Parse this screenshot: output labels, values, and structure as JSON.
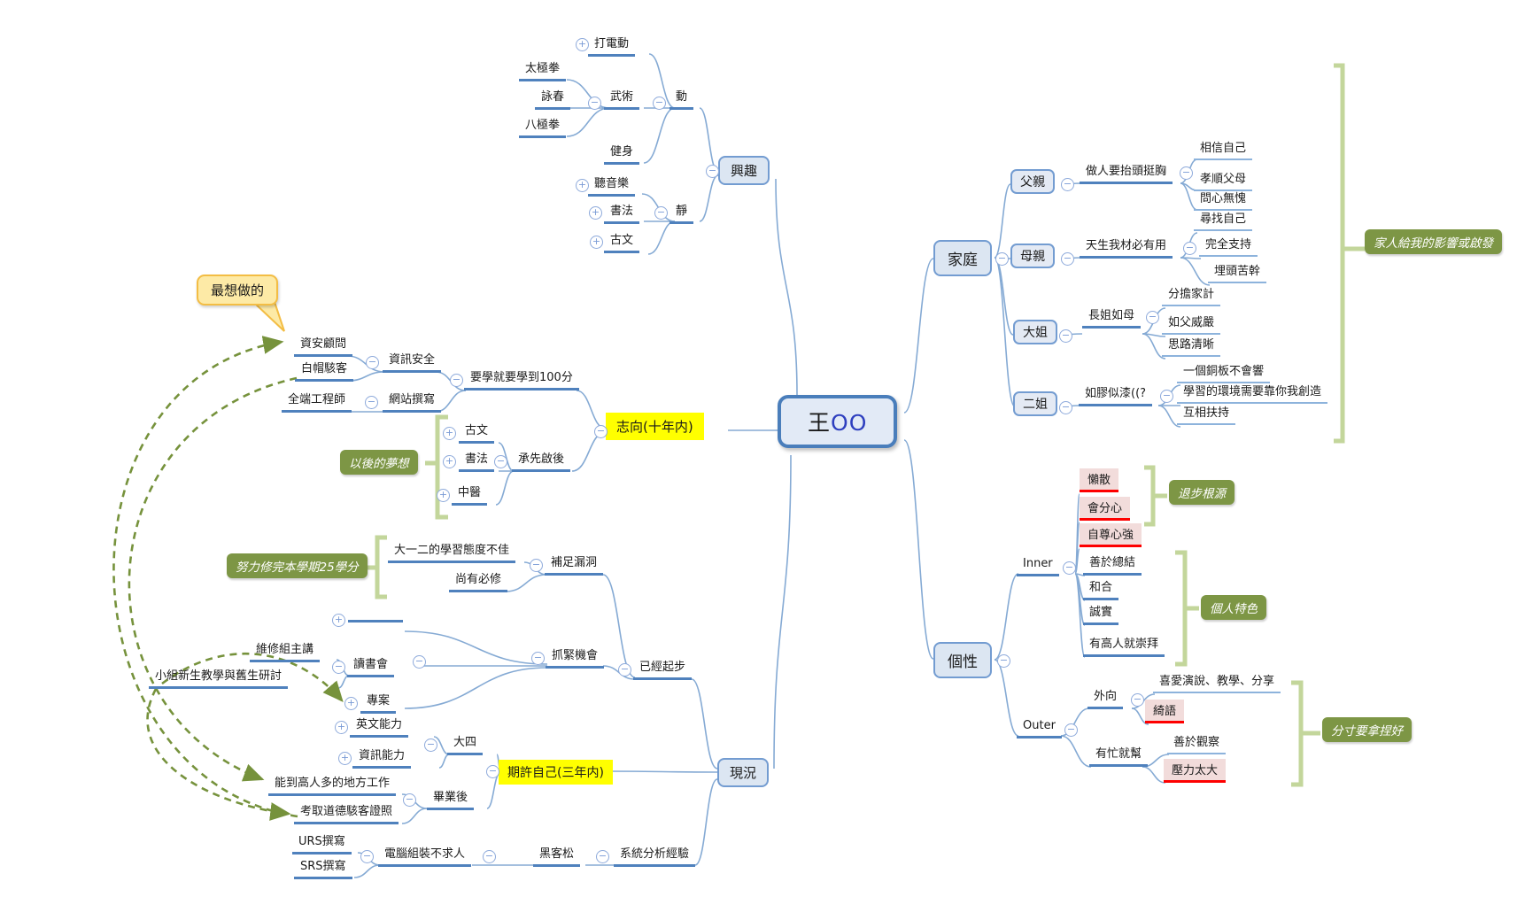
{
  "icons": {
    "plus": "+",
    "minus": "−"
  },
  "colors": {
    "branch_line": "#85aad4",
    "topic_line": "#4f81bd",
    "box_fill": "#dce6f2",
    "box_border": "#739cd1",
    "highlight": "#ffff00",
    "callout_green": "#7d9645",
    "pink_fill": "#f2dcdb",
    "red_line": "#fe0000",
    "arrow_green": "#76923c",
    "bracket_green": "#c3d69b"
  },
  "center": {
    "surname": "王",
    "given": "OO"
  },
  "interest": {
    "label": "興趣",
    "dong": "動",
    "jing": "靜",
    "video_games": "打電動",
    "martial_arts": "武術",
    "fitness": "健身",
    "taichi": "太極拳",
    "wingchun": "詠春",
    "baji": "八極拳",
    "music": "聽音樂",
    "calligraphy": "書法",
    "classics": "古文"
  },
  "family": {
    "label": "家庭",
    "callout": "家人給我的影響或啟發",
    "father": {
      "label": "父親",
      "quote": "做人要抬頭挺胸",
      "items": [
        "相信自己",
        "孝順父母",
        "問心無愧"
      ]
    },
    "mother": {
      "label": "母親",
      "quote": "天生我材必有用",
      "items": [
        "尋找自己",
        "完全支持",
        "埋頭苦幹"
      ]
    },
    "eldest_sister": {
      "label": "大姐",
      "quote": "長姐如母",
      "items": [
        "分擔家計",
        "如父威嚴",
        "思路清晰"
      ]
    },
    "second_sister": {
      "label": "二姐",
      "quote": "如膠似漆((?",
      "items": [
        "一個銅板不會響",
        "學習的環境需要靠你我創造",
        "互相扶持"
      ]
    }
  },
  "ambition": {
    "label": "志向(十年内)",
    "callout_most_want": "最想做的",
    "callout_dream": "以後的夢想",
    "study_100": "要學就要學到100分",
    "infosec": "資訊安全",
    "web": "網站撰寫",
    "consultant": "資安顧問",
    "whitehat": "白帽駭客",
    "fullstack": "全端工程師",
    "legacy": "承先啟後",
    "classics": "古文",
    "calligraphy": "書法",
    "tcm": "中醫"
  },
  "current": {
    "label": "現況",
    "started": "已經起步",
    "fill_gaps": "補足漏洞",
    "attitude": "大一二的學習態度不佳",
    "required": "尚有必修",
    "callout_credits": "努力修完本學期25學分",
    "seize": "抓緊機會",
    "study_group": "讀書會",
    "repair_lecturer": "維修組主講",
    "newbie_teaching": "小組新生教學與舊生研討",
    "project": "專案",
    "expect": "期許自己(三年内)",
    "senior": "大四",
    "english": "英文能力",
    "it_skill": "資訊能力",
    "after_grad": "畢業後",
    "work_experts": "能到高人多的地方工作",
    "cert": "考取道德駭客證照",
    "sys_analysis": "系統分析經驗",
    "hackathon": "黑客松",
    "pc_assembly": "電腦組裝不求人",
    "urs": "URS撰寫",
    "srs": "SRS撰寫"
  },
  "personality": {
    "label": "個性",
    "inner": {
      "label": "Inner",
      "items": [
        "懶散",
        "會分心",
        "自尊心強",
        "善於總結",
        "和合",
        "誠實",
        "有高人就崇拜"
      ]
    },
    "outer": {
      "label": "Outer",
      "extrovert": "外向",
      "loves": "喜愛演說、教學、分享",
      "flattery": "綺語",
      "helpful": "有忙就幫",
      "observant": "善於觀察",
      "pressure": "壓力太大"
    },
    "callout_regress": "退步根源",
    "callout_traits": "個人特色",
    "callout_measure": "分寸要拿捏好"
  }
}
